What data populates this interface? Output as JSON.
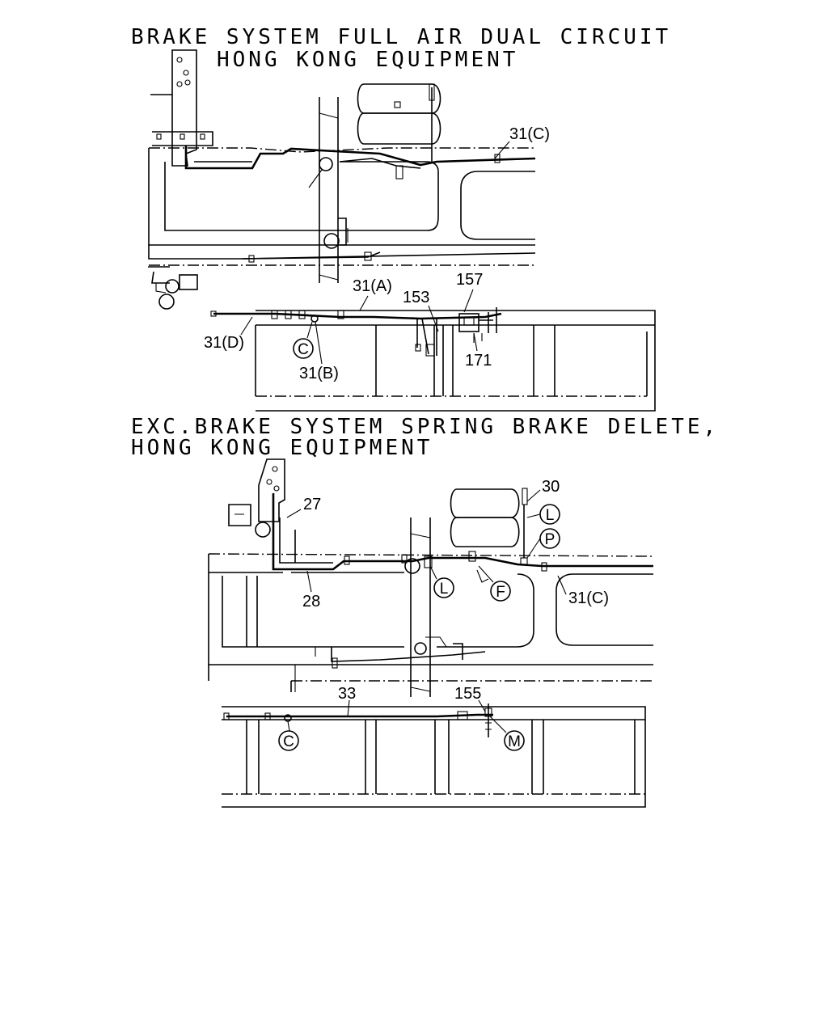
{
  "diagram_top": {
    "title_line1": "BRAKE SYSTEM FULL AIR DUAL CIRCUIT",
    "title_line2": "HONG KONG EQUIPMENT",
    "labels": {
      "c31_c": "31(C)",
      "c31_a": "31(A)",
      "c153": "153",
      "c157": "157",
      "c31_d": "31(D)",
      "c31_b": "31(B)",
      "c171": "171"
    },
    "callouts": {
      "c": "C"
    }
  },
  "diagram_bottom": {
    "title_line1": "EXC.BRAKE SYSTEM SPRING BRAKE DELETE,",
    "title_line2": "HONG KONG EQUIPMENT",
    "labels": {
      "c30": "30",
      "c27": "27",
      "c28": "28",
      "c31_c": "31(C)",
      "c33": "33",
      "c155": "155"
    },
    "callouts": {
      "l1": "L",
      "p": "P",
      "l2": "L",
      "f": "F",
      "c": "C",
      "m": "M"
    }
  }
}
